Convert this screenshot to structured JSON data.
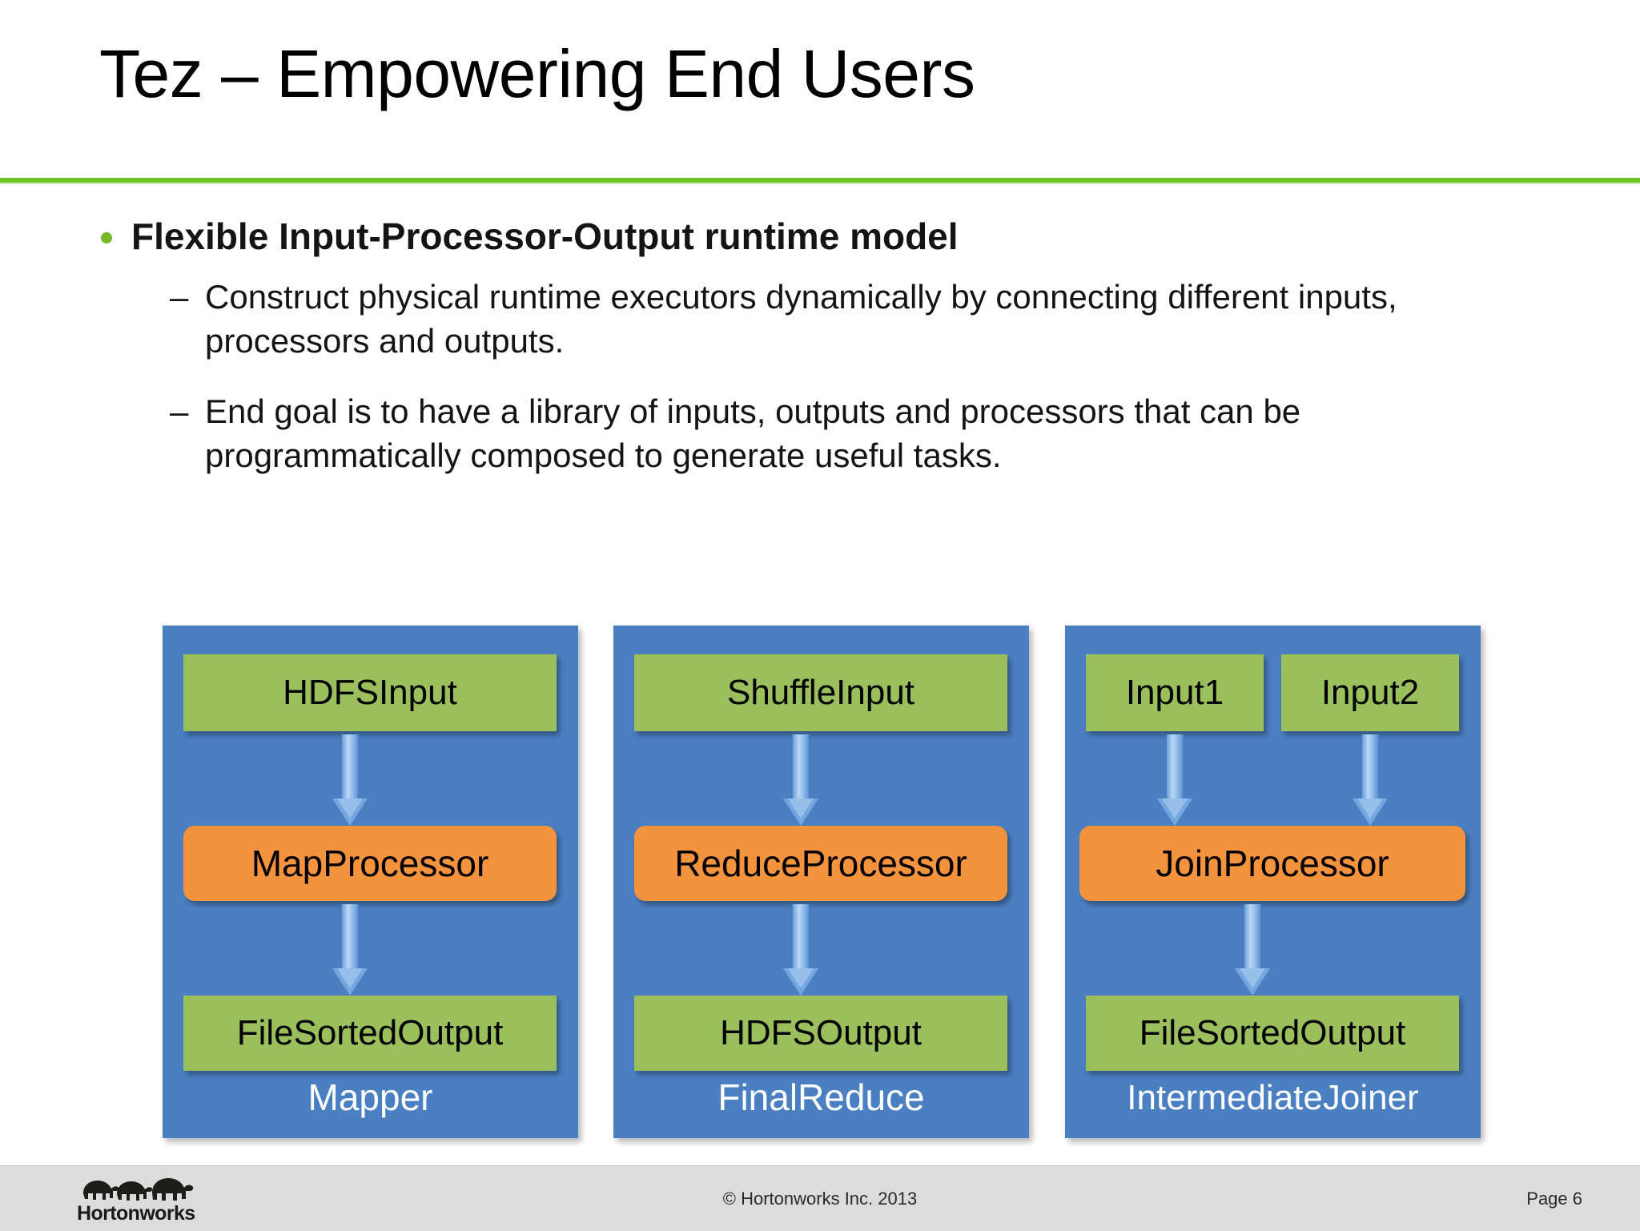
{
  "slide": {
    "title": "Tez – Empowering End Users",
    "accent_green": "#6fc425",
    "bullets": [
      {
        "level": 1,
        "text": "Flexible Input-Processor-Output runtime model"
      },
      {
        "level": 2,
        "dash": "–",
        "text": "Construct physical runtime executors dynamically by connecting different inputs, processors and outputs."
      },
      {
        "level": 2,
        "dash": "–",
        "text": "End goal is to have a library of inputs, outputs and processors that can be programmatically composed to generate useful tasks."
      }
    ]
  },
  "diagram": {
    "colors": {
      "panel_blue": "#4a7fc1",
      "input_green": "#9abf5c",
      "processor_orange": "#f4933e",
      "arrow_blue": "#8cb8e8"
    },
    "panels": [
      {
        "label": "Mapper",
        "inputs": [
          "HDFSInput"
        ],
        "processor": "MapProcessor",
        "output": "FileSortedOutput"
      },
      {
        "label": "FinalReduce",
        "inputs": [
          "ShuffleInput"
        ],
        "processor": "ReduceProcessor",
        "output": "HDFSOutput"
      },
      {
        "label": "IntermediateJoiner",
        "inputs": [
          "Input1",
          "Input2"
        ],
        "processor": "JoinProcessor",
        "output": "FileSortedOutput"
      }
    ]
  },
  "footer": {
    "copyright": "© Hortonworks Inc. 2013",
    "page": "Page 6",
    "logo_text": "Hortonworks"
  }
}
